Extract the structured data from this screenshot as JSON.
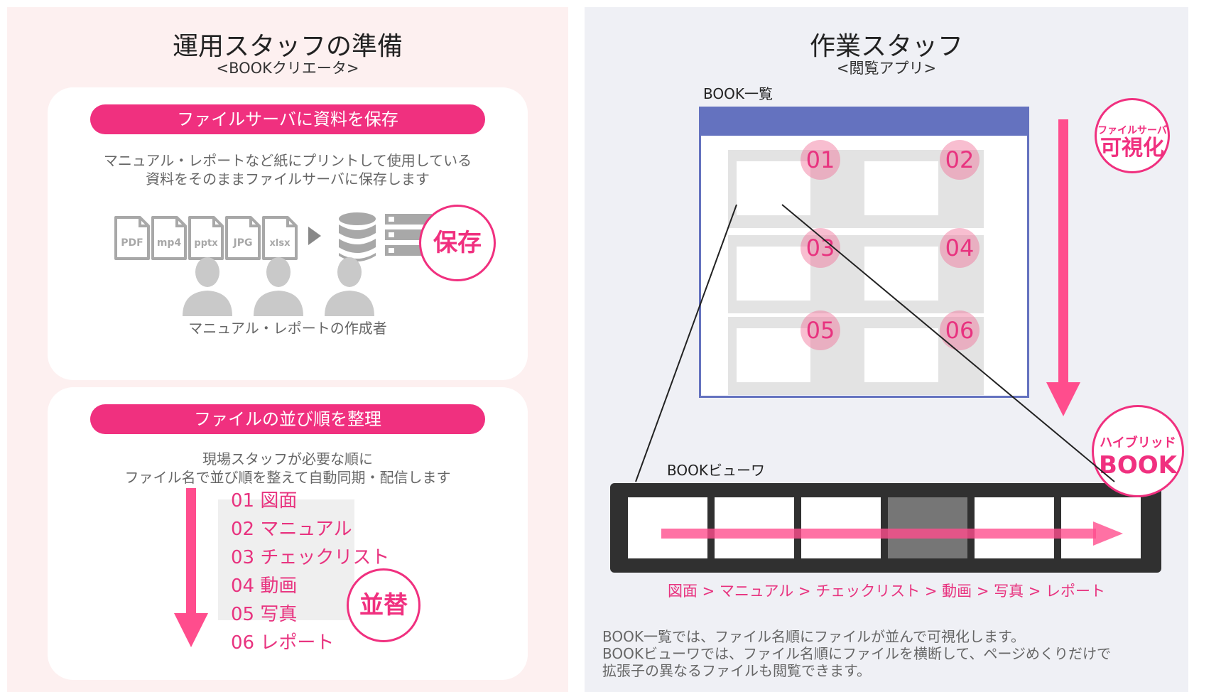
{
  "left": {
    "title": "運用スタッフの準備",
    "subtitle": "<BOOKクリエータ>",
    "card1": {
      "heading": "ファイルサーバに資料を保存",
      "desc_line1": "マニュアル・レポートなど紙にプリントして使用している",
      "desc_line2": "資料をそのままファイルサーバに保存します",
      "file_types": [
        "PDF",
        "mp4",
        "pptx",
        "JPG",
        "xlsx"
      ],
      "bubble": "保存",
      "authors_label": "マニュアル・レポートの作成者"
    },
    "card2": {
      "heading": "ファイルの並び順を整理",
      "desc_line1": "現場スタッフが必要な順に",
      "desc_line2": "ファイル名で並び順を整えて自動同期・配信します",
      "order": [
        "01 図面",
        "02 マニュアル",
        "03 チェックリスト",
        "04 動画",
        "05 写真",
        "06 レポート"
      ],
      "bubble": "並替"
    }
  },
  "right": {
    "title": "作業スタッフ",
    "subtitle": "<閲覧アプリ>",
    "list_label": "BOOK一覧",
    "numbers": [
      "01",
      "02",
      "03",
      "04",
      "05",
      "06"
    ],
    "bubble1_small": "ファイルサーバ",
    "bubble1_big": "可視化",
    "bubble2_small": "ハイブリッド",
    "bubble2_big": "BOOK",
    "viewer_label": "BOOKビューワ",
    "flow": "図面 >  マニュアル > チェックリスト > 動画 > 写真 > レポート",
    "caption_line1": "BOOK一覧では、ファイル名順にファイルが並んで可視化します。",
    "caption_line2": "BOOKビューワでは、ファイル名順にファイルを横断して、ページめくりだけで",
    "caption_line3": "拡張子の異なるファイルも閲覧できます。"
  },
  "colors": {
    "accent": "#f0307f",
    "blue": "#6472bf",
    "gray_icon": "#a8a8a8"
  }
}
